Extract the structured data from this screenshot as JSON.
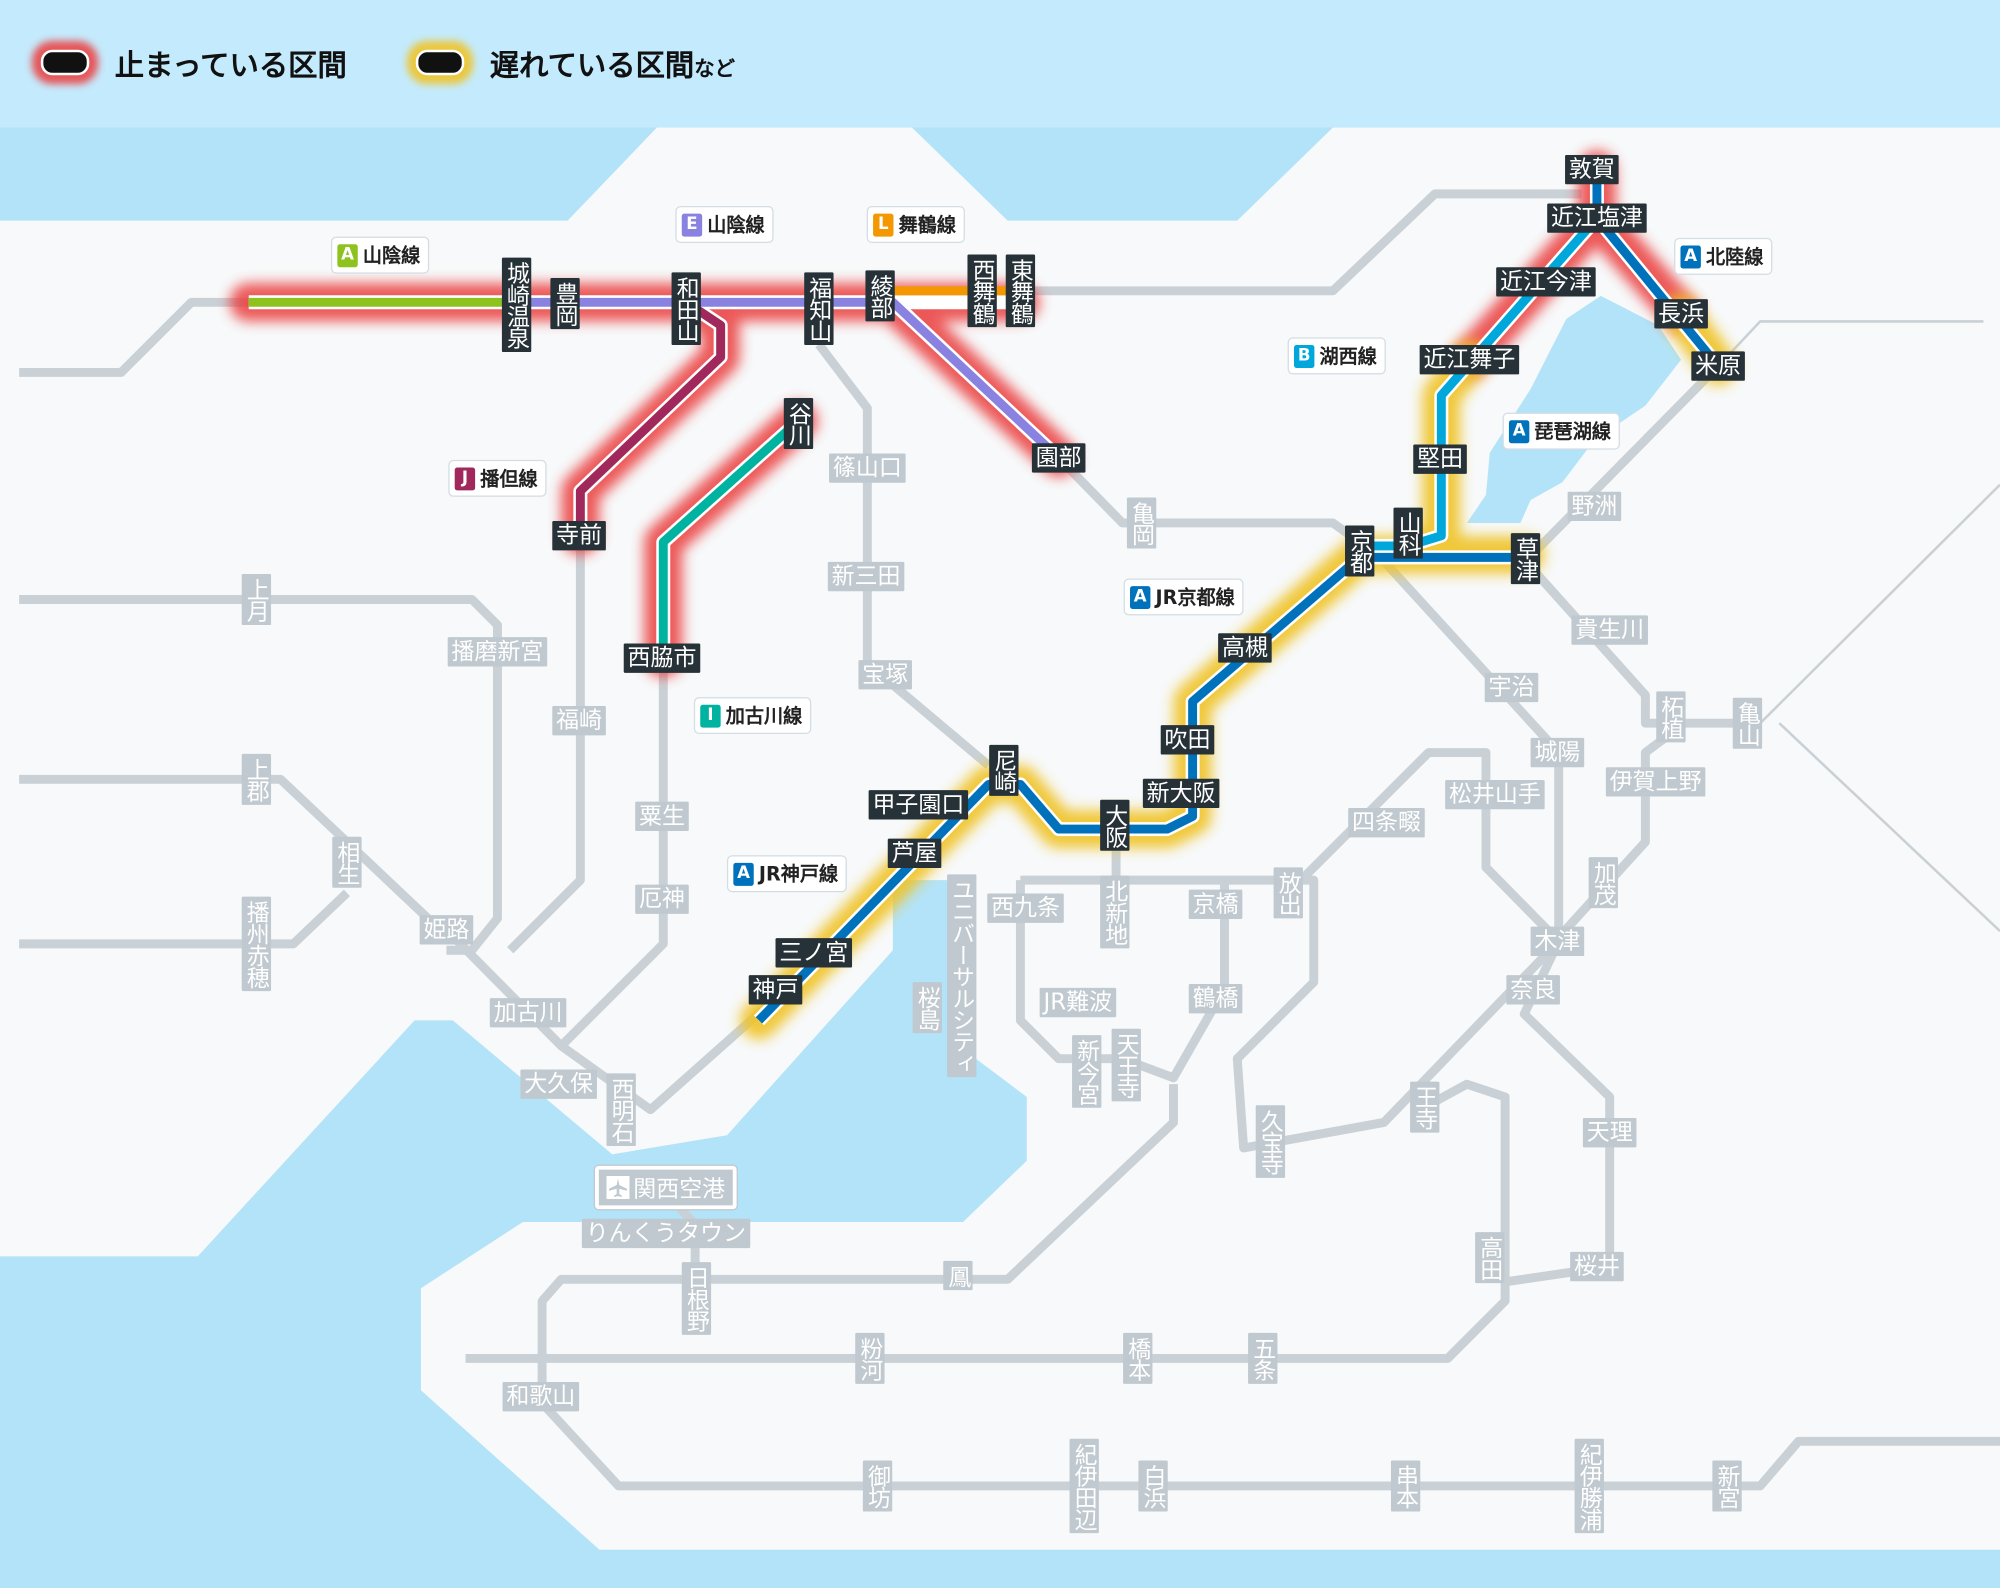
{
  "legend": {
    "stopped": "止まっている区間",
    "delayed": "遅れている区間",
    "delayed_suffix": "など"
  },
  "colors": {
    "stopped_glow": "#eb3c3c",
    "delayed_glow": "#f0c328",
    "water": "#b3e3f8",
    "inactive_line": "#c9d1d6",
    "active_label_bg": "#263238"
  },
  "lines": [
    {
      "letter": "A",
      "name": "山陰線",
      "color": "#8dc21f"
    },
    {
      "letter": "E",
      "name": "山陰線",
      "color": "#8a82e0"
    },
    {
      "letter": "L",
      "name": "舞鶴線",
      "color": "#f39800"
    },
    {
      "letter": "J",
      "name": "播但線",
      "color": "#a0285a"
    },
    {
      "letter": "I",
      "name": "加古川線",
      "color": "#00b2a0"
    },
    {
      "letter": "B",
      "name": "湖西線",
      "color": "#00a7db"
    },
    {
      "letter": "A",
      "name": "北陸線",
      "color": "#0072bc"
    },
    {
      "letter": "A",
      "name": "琵琶湖線",
      "color": "#0072bc"
    },
    {
      "letter": "A",
      "name": "JR京都線",
      "color": "#0072bc"
    },
    {
      "letter": "A",
      "name": "JR神戸線",
      "color": "#0072bc"
    }
  ],
  "stations_affected": [
    "城崎温泉",
    "豊岡",
    "和田山",
    "福知山",
    "綾部",
    "西舞鶴",
    "東舞鶴",
    "園部",
    "寺前",
    "谷川",
    "西脇市",
    "敦賀",
    "近江塩津",
    "近江今津",
    "長浜",
    "米原",
    "近江舞子",
    "堅田",
    "山科",
    "京都",
    "草津",
    "高槻",
    "吹田",
    "新大阪",
    "大阪",
    "尼崎",
    "甲子園口",
    "芦屋",
    "三ノ宮",
    "神戸"
  ],
  "stations_other": [
    "篠山口",
    "亀岡",
    "新三田",
    "宝塚",
    "上月",
    "播磨新宮",
    "福崎",
    "上郡",
    "相生",
    "播州赤穂",
    "姫路",
    "粟生",
    "厄神",
    "加古川",
    "大久保",
    "西明石",
    "ユニバーサルシティ",
    "桜島",
    "西九条",
    "北新地",
    "京橋",
    "放出",
    "鶴橋",
    "JR難波",
    "新今宮",
    "天王寺",
    "四条畷",
    "松井山手",
    "宇治",
    "城陽",
    "野洲",
    "貴生川",
    "柘植",
    "亀山",
    "伊賀上野",
    "加茂",
    "木津",
    "奈良",
    "王寺",
    "久宝寺",
    "天理",
    "桜井",
    "高田",
    "りんくうタウン",
    "日根野",
    "鳳",
    "粉河",
    "橋本",
    "五条",
    "和歌山",
    "御坊",
    "紀伊田辺",
    "白浜",
    "串本",
    "紀伊勝浦",
    "新宮"
  ],
  "airport": {
    "name": "関西空港",
    "icon": "airplane-icon"
  }
}
